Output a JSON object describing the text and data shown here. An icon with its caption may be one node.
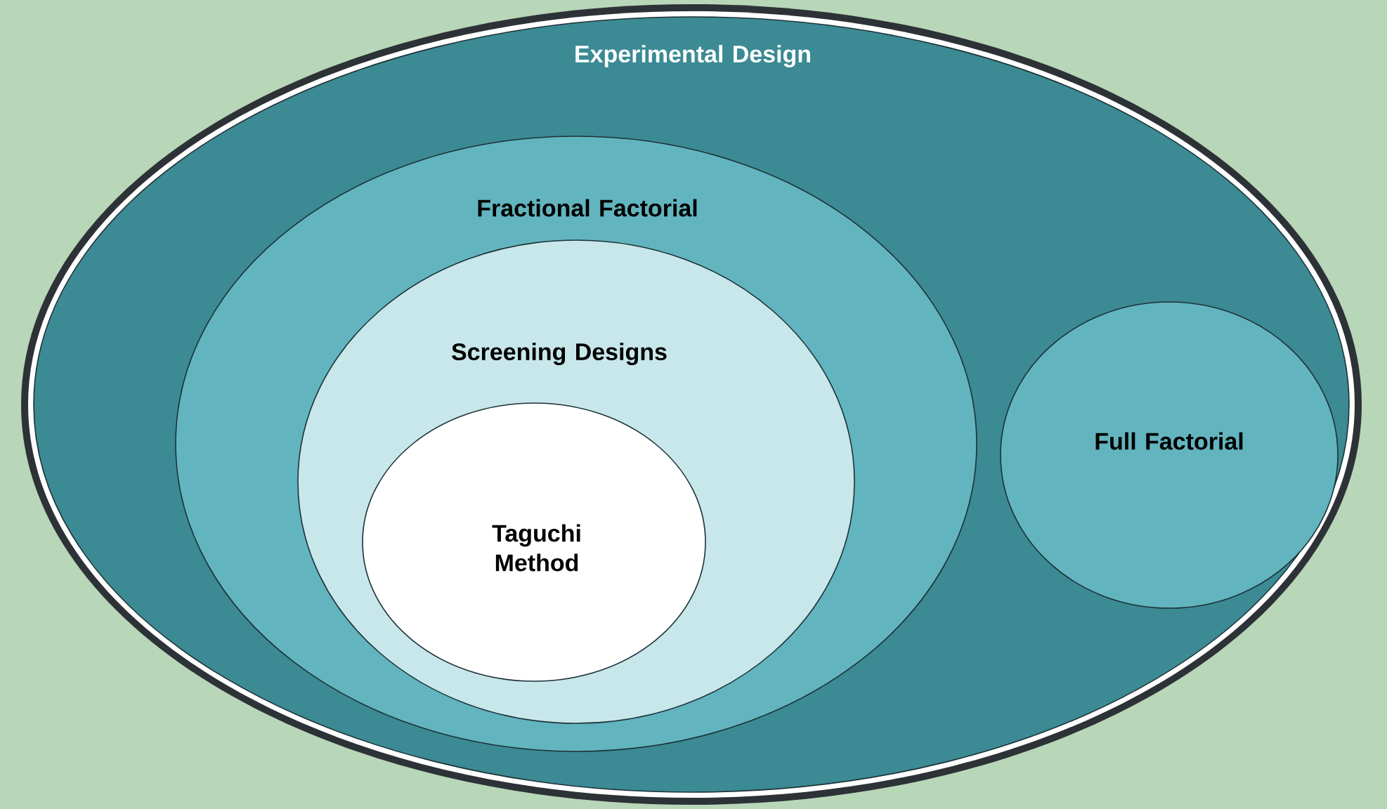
{
  "diagram": {
    "nodes": [
      {
        "text": [
          "Experimental Design"
        ]
      },
      {
        "text": [
          "Fractional Factorial"
        ],
        "in": 0
      },
      {
        "text": [
          "Screening Designs"
        ],
        "in": 1
      },
      {
        "text": [
          "Taguchi Method"
        ],
        "in": 2
      },
      {
        "text": [
          "Full Factorial"
        ],
        "in": 0
      }
    ]
  }
}
